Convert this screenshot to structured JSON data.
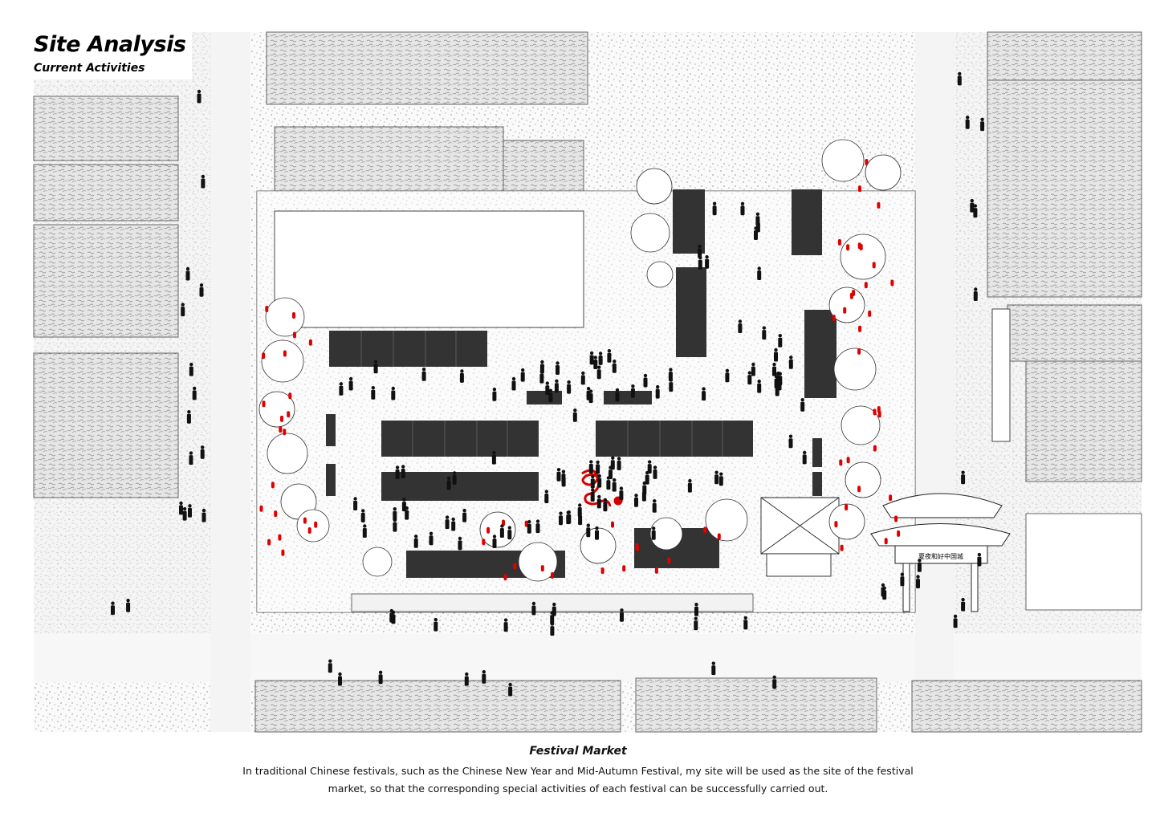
{
  "header": {
    "title": "Site Analysis",
    "subtitle": "Current Activities"
  },
  "caption": {
    "title": "Festival Market",
    "body": "In traditional Chinese festivals, such as the Chinese New Year and Mid-Autumn Festival, my site will be used as the site of the festival market, so that the corresponding special activities of each festival can be successfully carried out."
  },
  "gate": {
    "plaque": "夏夜和好中国城"
  },
  "colors": {
    "stall": "#333333",
    "lantern": "#e00000",
    "building": "#d6d6d6",
    "road": "#f4f4f4",
    "line": "#222222"
  },
  "icons": {
    "dragon": "red-dragon-dance-icon",
    "lantern": "red-lantern-icon",
    "person": "pedestrian-silhouette-icon",
    "tree": "tree-canopy-icon"
  }
}
